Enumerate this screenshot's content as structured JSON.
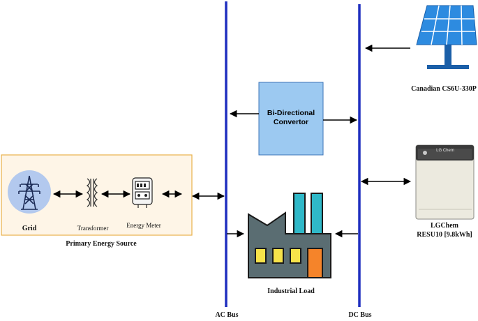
{
  "labels": {
    "grid": "Grid",
    "transformer": "Transformer",
    "energy_meter": "Energy Meter",
    "primary_source": "Primary Energy Source",
    "converter_line1": "Bi-Directional",
    "converter_line2": "Convertor",
    "industrial_load": "Industrial Load",
    "ac_bus": "AC Bus",
    "dc_bus": "DC Bus",
    "solar_panel": "Canadian CS6U-330P",
    "battery_line1": "LGChem",
    "battery_line2": "RESU10 [9.8kWh]",
    "battery_brand": "LG Chem"
  },
  "colors": {
    "bus": "#1f2fbf",
    "source_box_fill": "#fef5e7",
    "source_box_border": "#e8b04a",
    "converter_fill": "#9cc9f1",
    "converter_border": "#3b74b8",
    "grid_circle": "#b3c9ee",
    "factory_body": "#5a6d72",
    "factory_chimney": "#2fb8c8",
    "window": "#f7e34a",
    "door": "#f5842a",
    "solar_panel": "#2d8be0"
  }
}
